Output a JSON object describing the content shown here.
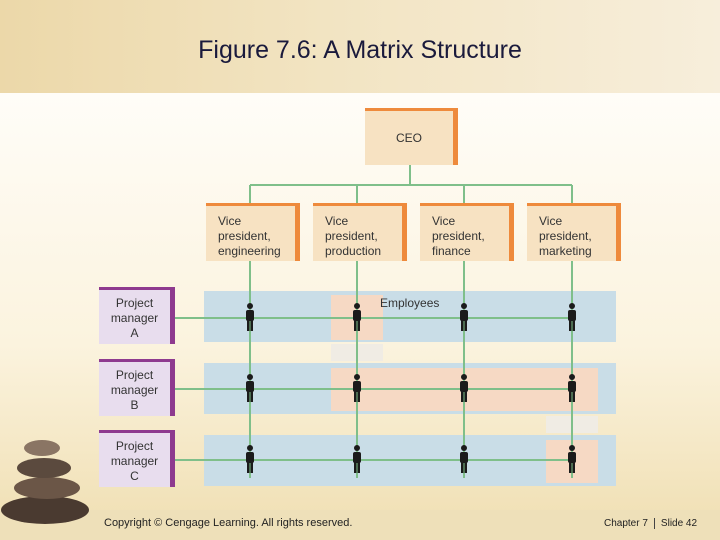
{
  "slide": {
    "title": "Figure 7.6: A Matrix Structure",
    "copyright": "Copyright © Cengage Learning. All rights reserved.",
    "chapter": "Chapter 7",
    "slide_number": "Slide 42"
  },
  "diagram": {
    "ceo": "CEO",
    "vice_presidents": [
      {
        "line1": "Vice",
        "line2": "president,",
        "line3": "engineering"
      },
      {
        "line1": "Vice",
        "line2": "president,",
        "line3": "production"
      },
      {
        "line1": "Vice",
        "line2": "president,",
        "line3": "finance"
      },
      {
        "line1": "Vice",
        "line2": "president,",
        "line3": "marketing"
      }
    ],
    "project_managers": [
      {
        "line1": "Project",
        "line2": "manager",
        "line3": "A"
      },
      {
        "line1": "Project",
        "line2": "manager",
        "line3": "B"
      },
      {
        "line1": "Project",
        "line2": "manager",
        "line3": "C"
      }
    ],
    "employees_label": "Employees"
  },
  "colors": {
    "header": "#ecd8a9",
    "box_fill": "#f7e2c2",
    "box_edge": "#ee8a3c",
    "pm_fill": "#e8ddee",
    "pm_edge": "#8e3a8f",
    "connector": "#7fbf8a",
    "project_band": "#c9dde7",
    "employee_highlight": "#f6d9c4"
  }
}
